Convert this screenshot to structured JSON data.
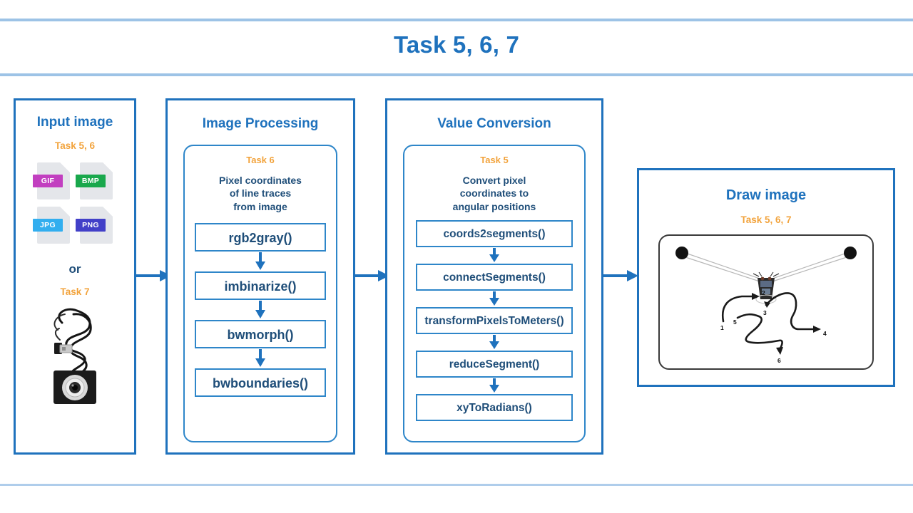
{
  "slide": {
    "title": "Task 5, 6, 7"
  },
  "colors": {
    "brand_blue": "#1F72BD",
    "dark_blue": "#1F4E79",
    "border_blue": "#2E86C9",
    "accent_orange": "#F2A33C",
    "rule_blue": "#9DC3E6"
  },
  "panels": {
    "input": {
      "title": "Input image",
      "task_top": "Task 5, 6",
      "file_icons": [
        {
          "label": "GIF",
          "color": "#C23FC0",
          "icon": "file-gif-icon"
        },
        {
          "label": "BMP",
          "color": "#19A84C",
          "icon": "file-bmp-icon"
        },
        {
          "label": "JPG",
          "color": "#32AEEF",
          "icon": "file-jpg-icon"
        },
        {
          "label": "PNG",
          "color": "#4240C8",
          "icon": "file-png-icon"
        }
      ],
      "or": "or",
      "task_bottom": "Task 7",
      "photo": "usb-webcam-photo"
    },
    "processing": {
      "title": "Image Processing",
      "task": "Task 6",
      "description": "Pixel coordinates\nof line traces\nfrom image",
      "desc_lines": [
        "Pixel coordinates",
        "of line traces",
        "from image"
      ],
      "steps": [
        "rgb2gray()",
        "imbinarize()",
        "bwmorph()",
        "bwboundaries()"
      ]
    },
    "values": {
      "title": "Value Conversion",
      "task": "Task 5",
      "description": "Convert pixel\ncoordinates to\nangular positions",
      "desc_lines": [
        "Convert pixel",
        "coordinates to",
        "angular positions"
      ],
      "steps": [
        "coords2segments()",
        "connectSegments()",
        "transformPixelsToMeters()",
        "reduceSegment()",
        "xyToRadians()"
      ]
    },
    "draw": {
      "title": "Draw image",
      "task": "Task 5, 6, 7",
      "canvas": {
        "description": "cable-driven plotter drawing a star-like path on a whiteboard",
        "anchors": [
          "top-left-anchor",
          "top-right-anchor"
        ],
        "point_labels": [
          "1",
          "2",
          "3",
          "4",
          "5",
          "6"
        ]
      }
    }
  },
  "connectors": [
    {
      "name": "arrow-input-to-processing",
      "from": "input",
      "to": "processing"
    },
    {
      "name": "arrow-processing-to-values",
      "from": "processing",
      "to": "values"
    },
    {
      "name": "arrow-values-to-draw",
      "from": "values",
      "to": "draw"
    }
  ]
}
